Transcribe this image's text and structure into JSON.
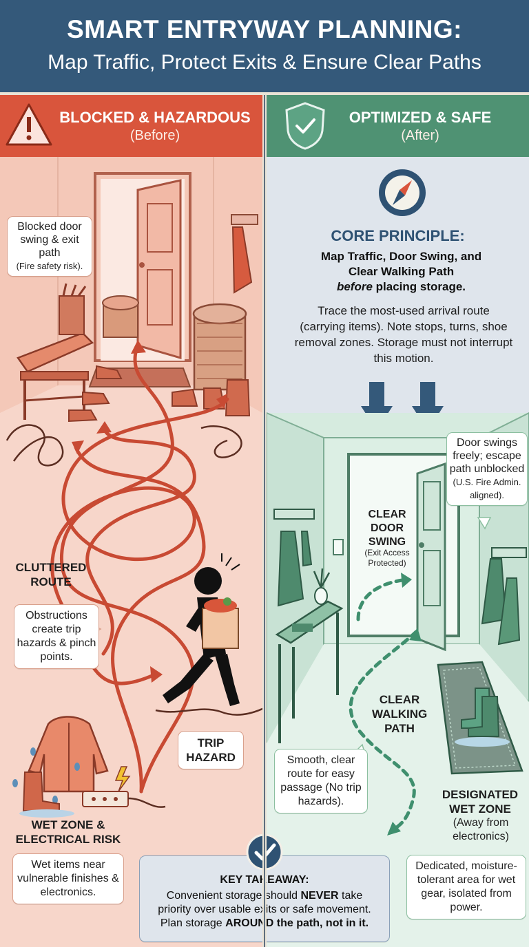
{
  "header": {
    "title": "SMART ENTRYWAY PLANNING:",
    "subtitle": "Map Traffic, Protect Exits & Ensure Clear Paths"
  },
  "before": {
    "title": "BLOCKED & HAZARDOUS",
    "subtitle": "(Before)",
    "note_door": {
      "main": "Blocked door swing & exit path",
      "small": "(Fire safety risk)."
    },
    "label_route": "CLUTTERED ROUTE",
    "note_obstructions": "Obstructions create trip hazards & pinch points.",
    "label_trip": "TRIP HAZARD",
    "label_wet": "WET ZONE & ELECTRICAL RISK",
    "note_wet": "Wet items near vulnerable finishes & electronics."
  },
  "after": {
    "title": "OPTIMIZED & SAFE",
    "subtitle": "(After)",
    "core_title": "CORE PRINCIPLE:",
    "core_line1": "Map Traffic, Door Swing, and",
    "core_line2": "Clear Walking Path",
    "core_line3_em": "before",
    "core_line3_rest": " placing storage.",
    "core_body": "Trace the most-used arrival route (carrying items). Note stops, turns, shoe removal zones. Storage must not interrupt this motion.",
    "note_door": {
      "main": "Door swings freely; escape path unblocked",
      "small": "(U.S. Fire Admin. aligned)."
    },
    "label_door": "CLEAR DOOR SWING",
    "label_door_small": "(Exit Access Protected)",
    "label_path": "CLEAR WALKING PATH",
    "note_path": "Smooth, clear route for easy passage (No trip hazards).",
    "label_wet": "DESIGNATED WET ZONE",
    "label_wet_small": "(Away from electronics)",
    "note_wet": "Dedicated, moisture-tolerant area for wet gear, isolated from power."
  },
  "takeaway": {
    "title": "KEY TAKEAWAY:",
    "l1_pre": "Convenient storage should ",
    "l1_bold": "NEVER",
    "l1_post": " take",
    "l2": "priority over usable exits or safe movement.",
    "l3_pre": "Plan storage ",
    "l3_bold": "AROUND the path, not in it."
  },
  "colors": {
    "header": "#34597a",
    "before_accent": "#d9553c",
    "after_accent": "#4f9273",
    "before_bg": "#f6d3c6",
    "after_bg": "#d9ece0",
    "core_bg": "#dfe5ec"
  },
  "icons": [
    "warning-icon",
    "shield-check-icon",
    "compass-icon",
    "check-icon",
    "arrow-down-icon"
  ]
}
